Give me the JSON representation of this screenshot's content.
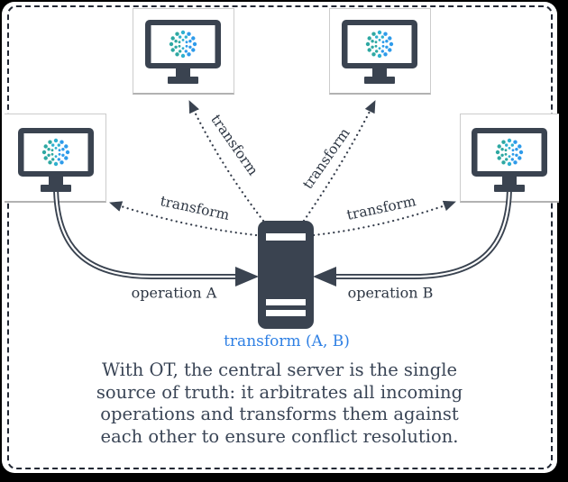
{
  "colors": {
    "background": "#000000",
    "surface": "#ffffff",
    "ink": "#3a4350",
    "label_text": "#2e3744",
    "caption_text": "#3a4556",
    "accent_blue": "#2f80e4",
    "logo_teal": "#2ea8a2",
    "logo_cyan": "#2fb0ce",
    "logo_blue": "#2e9bea",
    "card_border": "#cccccc"
  },
  "arrows": {
    "transform_to_top_left": "transform",
    "transform_to_top_right": "transform",
    "transform_to_left": "transform",
    "transform_to_right": "transform",
    "operation_a": "operation A",
    "operation_b": "operation B"
  },
  "server": {
    "label": "transform (A, B)"
  },
  "caption": {
    "lines": [
      "With OT, the central server is the single",
      "source of truth: it arbitrates all incoming",
      "operations and transforms them against",
      "each other to ensure conflict resolution."
    ]
  }
}
